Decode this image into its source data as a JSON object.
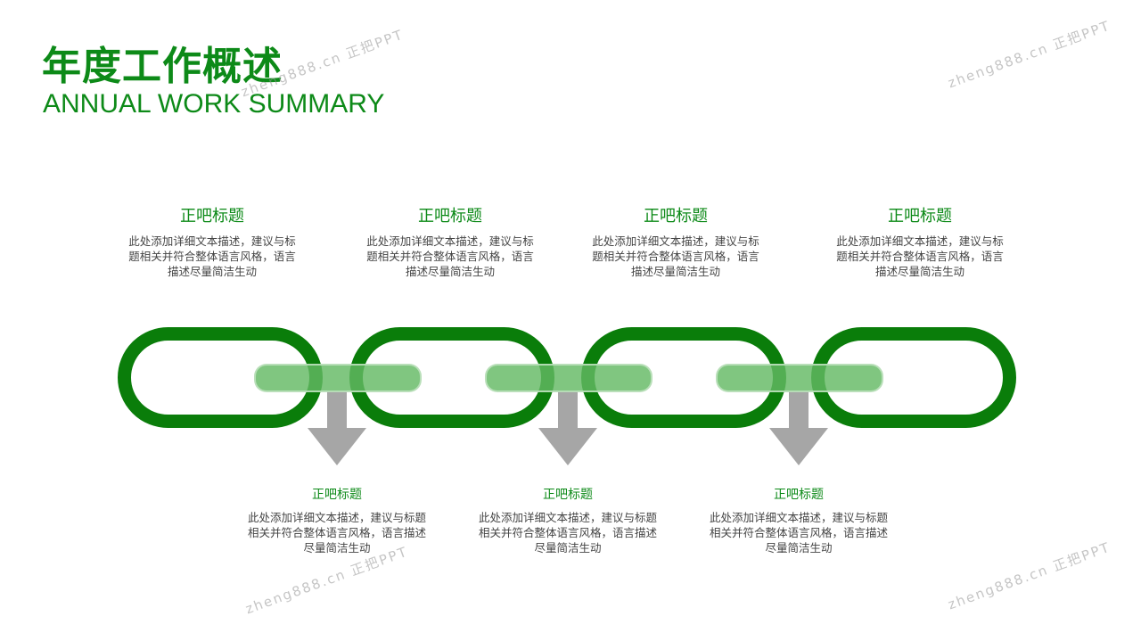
{
  "header": {
    "title": "年度工作概述",
    "subtitle": "ANNUAL WORK SUMMARY"
  },
  "top_items": [
    {
      "title": "正吧标题",
      "desc": "此处添加详细文本描述，建议与标题相关并符合整体语言风格，语言描述尽量简洁生动"
    },
    {
      "title": "正吧标题",
      "desc": "此处添加详细文本描述，建议与标题相关并符合整体语言风格，语言描述尽量简洁生动"
    },
    {
      "title": "正吧标题",
      "desc": "此处添加详细文本描述，建议与标题相关并符合整体语言风格，语言描述尽量简洁生动"
    },
    {
      "title": "正吧标题",
      "desc": "此处添加详细文本描述，建议与标题相关并符合整体语言风格，语言描述尽量简洁生动"
    }
  ],
  "bottom_items": [
    {
      "title": "正吧标题",
      "desc": "此处添加详细文本描述，建议与标题相关并符合整体语言风格，语言描述尽量简洁生动"
    },
    {
      "title": "正吧标题",
      "desc": "此处添加详细文本描述，建议与标题相关并符合整体语言风格，语言描述尽量简洁生动"
    },
    {
      "title": "正吧标题",
      "desc": "此处添加详细文本描述，建议与标题相关并符合整体语言风格，语言描述尽量简洁生动"
    }
  ],
  "watermark": "zheng888.cn 正把PPT",
  "colors": {
    "green": "#0a7d0a",
    "bar": "#7cc17c",
    "arrow": "#a6a6a6"
  }
}
